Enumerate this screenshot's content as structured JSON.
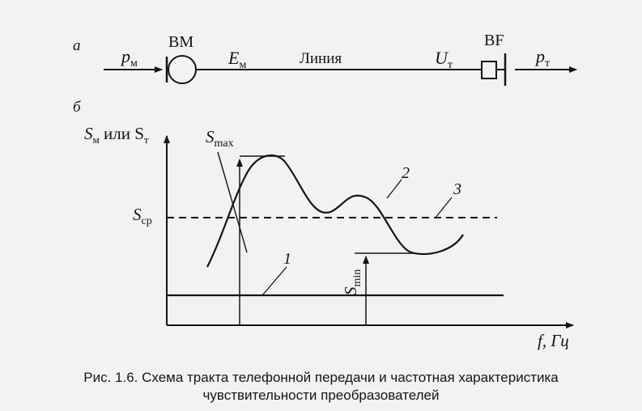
{
  "part_a": {
    "label": "а",
    "mic_label": "ВМ",
    "speaker_label": "BF",
    "line_label": "Линия",
    "p_in": {
      "main": "p",
      "sub": "м"
    },
    "emf": {
      "main": "E",
      "sub": "м"
    },
    "voltage": {
      "main": "U",
      "sub": "т"
    },
    "p_out": {
      "main": "p",
      "sub": "т"
    }
  },
  "part_b": {
    "label": "б",
    "y_axis_label": {
      "main1": "S",
      "sub1": "м",
      "mid": " или S",
      "sub2": "т"
    },
    "x_axis_label": "f, Гц",
    "s_max": {
      "main": "S",
      "sub": "max"
    },
    "s_cp": {
      "main": "S",
      "sub": "ср"
    },
    "s_min": {
      "main": "S",
      "sub": "min"
    },
    "curve_labels": [
      "1",
      "2",
      "3"
    ]
  },
  "caption": {
    "line1": "Рис. 1.6. Схема тракта телефонной передачи и частотная характеристика",
    "line2": "чувствительности преобразователей"
  },
  "colors": {
    "ink": "#141414",
    "paper": "#f2f2f0"
  }
}
